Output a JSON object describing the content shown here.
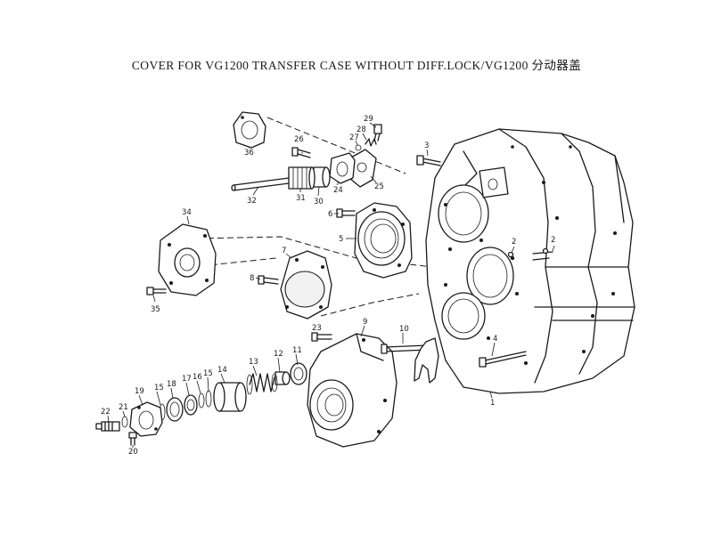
{
  "title": "COVER FOR VG1200 TRANSFER CASE WITHOUT DIFF.LOCK/VG1200 分动器盖",
  "parts": {
    "p1": "1",
    "p2": "2",
    "p3": "3",
    "p4": "4",
    "p5": "5",
    "p6": "6",
    "p7": "7",
    "p8": "8",
    "p9": "9",
    "p10": "10",
    "p11": "11",
    "p12": "12",
    "p13": "13",
    "p14": "14",
    "p15a": "15",
    "p15b": "15",
    "p16": "16",
    "p17": "17",
    "p18": "18",
    "p19": "19",
    "p20": "20",
    "p21": "21",
    "p22": "22",
    "p23": "23",
    "p24": "24",
    "p25": "25",
    "p26": "26",
    "p27": "27",
    "p28": "28",
    "p29": "29",
    "p30": "30",
    "p31": "31",
    "p32": "32",
    "p34": "34",
    "p35": "35",
    "p36": "36"
  }
}
